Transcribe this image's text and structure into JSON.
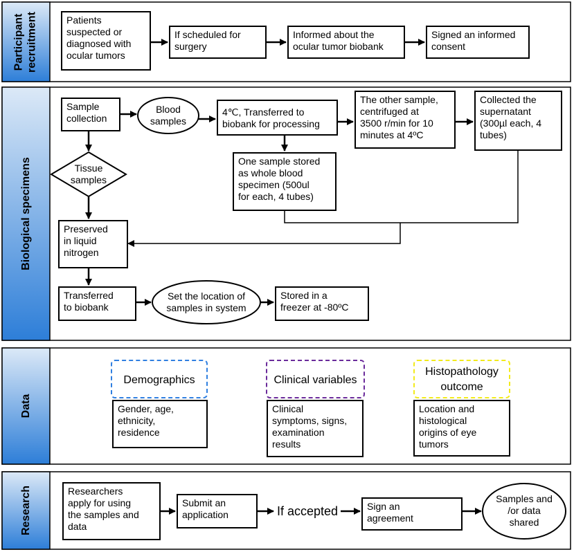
{
  "colors": {
    "label_bar_top": "#dce9f7",
    "label_bar_bottom": "#2d7ed8",
    "demographics_border": "#2f7fe0",
    "clinical_border": "#6a2a9a",
    "histopathology_border": "#f2ea1a"
  },
  "sections": {
    "participant": "Participant\nrecruitment",
    "biological": "Biological specimens",
    "data": "Data",
    "research": "Research"
  },
  "participant": {
    "patients": "Patients\nsuspected or\ndiagnosed with\nocular tumors",
    "scheduled": "If scheduled for\nsurgery",
    "informed": "Informed about the\nocular tumor biobank",
    "consent": "Signed an informed\nconsent"
  },
  "biological": {
    "sample_collection": "Sample\ncollection",
    "blood_samples": "Blood\nsamples",
    "transferred_4c": "4℃, Transferred to\nbiobank for processing",
    "other_sample": "The other sample,\ncentrifuged at\n3500 r/min for 10\nminutes at 4ºC",
    "supernatant": "Collected the\nsupernatant\n(300µl each, 4\ntubes)",
    "whole_blood": "One sample stored\nas whole blood\nspecimen (500ul\nfor each, 4 tubes)",
    "tissue_samples": "Tissue\nsamples",
    "liquid_nitrogen": "Preserved\nin liquid\nnitrogen",
    "transferred_biobank": "Transferred\nto biobank",
    "set_location": "Set the location of\nsamples in system",
    "freezer": "Stored in a\nfreezer at -80ºC"
  },
  "data": {
    "demographics_title": "Demographics",
    "demographics_body": "Gender, age,\nethnicity,\nresidence",
    "clinical_title": "Clinical variables",
    "clinical_body": "Clinical\nsymptoms, signs,\nexamination\nresults",
    "histo_title": "Histopathology\noutcome",
    "histo_body": "Location and\nhistological\norigins of eye\ntumors"
  },
  "research": {
    "apply": "Researchers\napply for using\nthe samples and\ndata",
    "submit": "Submit an\napplication",
    "accepted": "If accepted",
    "agreement": "Sign an\nagreement",
    "shared": "Samples and\n/or data\nshared"
  }
}
